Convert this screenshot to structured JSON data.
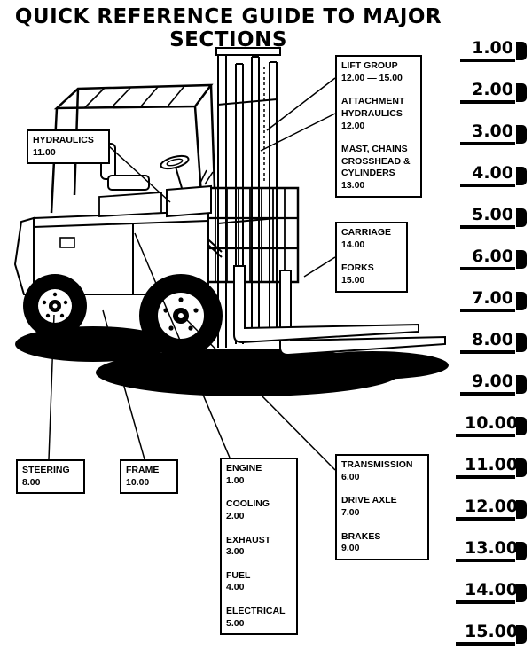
{
  "title": "QUICK REFERENCE GUIDE TO MAJOR SECTIONS",
  "callouts": {
    "hydraulics": {
      "name": "HYDRAULICS",
      "section": "11.00"
    },
    "lift_group": {
      "name": "LIFT GROUP",
      "section": "12.00 — 15.00"
    },
    "attachment_hydraulics": {
      "name": "ATTACHMENT HYDRAULICS",
      "section": "12.00"
    },
    "mast": {
      "name": "MAST, CHAINS CROSSHEAD & CYLINDERS",
      "section": "13.00"
    },
    "carriage": {
      "name": "CARRIAGE",
      "section": "14.00"
    },
    "forks": {
      "name": "FORKS",
      "section": "15.00"
    },
    "steering": {
      "name": "STEERING",
      "section": "8.00"
    },
    "frame": {
      "name": "FRAME",
      "section": "10.00"
    },
    "engine": {
      "name": "ENGINE",
      "section": "1.00"
    },
    "cooling": {
      "name": "COOLING",
      "section": "2.00"
    },
    "exhaust": {
      "name": "EXHAUST",
      "section": "3.00"
    },
    "fuel": {
      "name": "FUEL",
      "section": "4.00"
    },
    "electrical": {
      "name": "ELECTRICAL",
      "section": "5.00"
    },
    "transmission": {
      "name": "TRANSMISSION",
      "section": "6.00"
    },
    "drive_axle": {
      "name": "DRIVE AXLE",
      "section": "7.00"
    },
    "brakes": {
      "name": "BRAKES",
      "section": "9.00"
    }
  },
  "tabs": [
    "1.00",
    "2.00",
    "3.00",
    "4.00",
    "5.00",
    "6.00",
    "7.00",
    "8.00",
    "9.00",
    "10.00",
    "11.00",
    "12.00",
    "13.00",
    "14.00",
    "15.00"
  ],
  "colors": {
    "ink": "#000000",
    "paper": "#ffffff"
  }
}
